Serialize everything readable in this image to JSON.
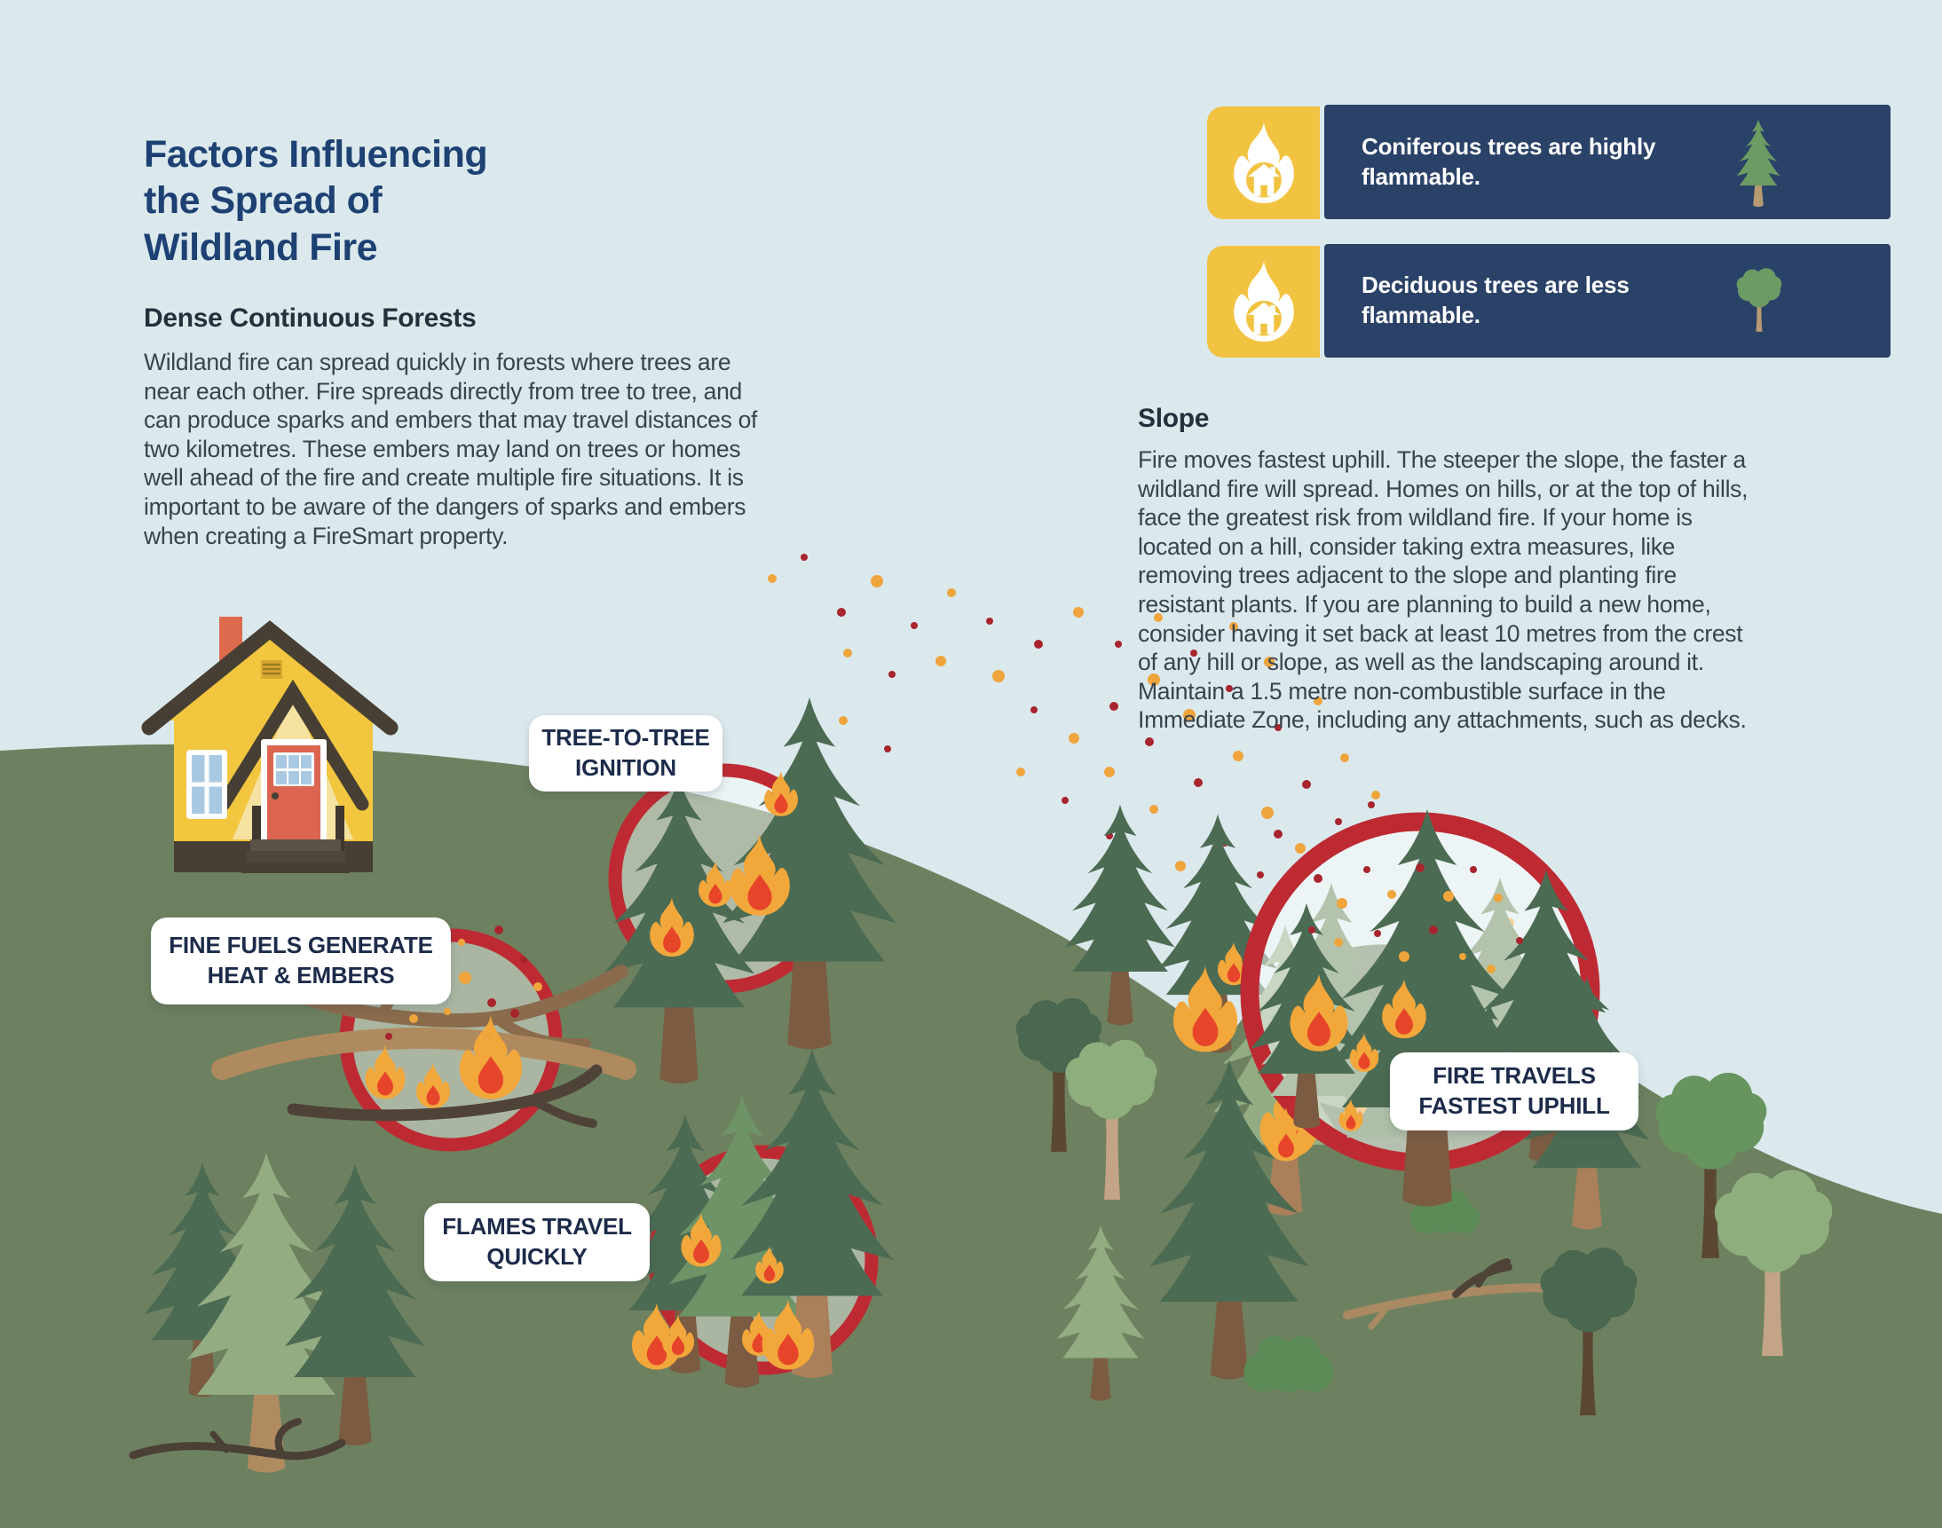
{
  "title": {
    "line1": "Factors Influencing",
    "line2": "the Spread of",
    "line3": "Wildland Fire"
  },
  "sections": {
    "dense_forests": {
      "heading": "Dense Continuous Forests",
      "body": "Wildland fire can spread quickly in forests where trees are near each other. Fire spreads directly from tree to tree, and can produce sparks and embers that may travel distances of two kilometres. These embers may land on trees or homes well ahead of the fire and create multiple fire situations. It is important to be aware of the dangers of sparks and embers when creating a FireSmart property."
    },
    "slope": {
      "heading": "Slope",
      "body": "Fire moves fastest uphill. The steeper the slope, the faster a wildland fire will spread. Homes on hills, or at the top of hills, face the greatest risk from wildland fire. If your home is located on a hill, consider taking extra measures, like removing trees adjacent to the slope and planting fire resistant plants. If you are planning to build a new home, consider having it set back at least 10 metres from the crest of any hill or slope, as well as the landscaping around it. Maintain a 1.5 metre non-combustible surface in the Immediate Zone, including any attachments, such as decks."
    }
  },
  "callouts": [
    {
      "text": "Coniferous trees are highly flammable.",
      "icon": "firesmart-flame-icon",
      "tree_icon": "coniferous-tree-icon"
    },
    {
      "text": "Deciduous trees are less flammable.",
      "icon": "firesmart-flame-icon",
      "tree_icon": "deciduous-tree-icon"
    }
  ],
  "scene_labels": {
    "tree_to_tree": {
      "line1": "TREE-TO-TREE",
      "line2": "IGNITION"
    },
    "fine_fuels": {
      "line1": "FINE FUELS GENERATE",
      "line2": "HEAT & EMBERS"
    },
    "flames_travel": {
      "line1": "FLAMES TRAVEL",
      "line2": "QUICKLY"
    },
    "fire_travels": {
      "line1": "FIRE TRAVELS",
      "line2": "FASTEST UPHILL"
    }
  },
  "colors": {
    "sky": "#DBE9ED",
    "hill_green": "#6D8160",
    "navy_box": "#2B4268",
    "accent_yellow": "#F2C341",
    "ring_red": "#BE2A32",
    "flame_orange": "#F2A73B",
    "flame_red": "#E6452A",
    "ember_orange": "#EFA43C",
    "ember_red": "#A8252E",
    "pine_dark": "#4C6B53",
    "pine_light": "#93AC82",
    "title_navy": "#1E4173",
    "body_text": "#39434E",
    "label_navy": "#1C2B49"
  }
}
